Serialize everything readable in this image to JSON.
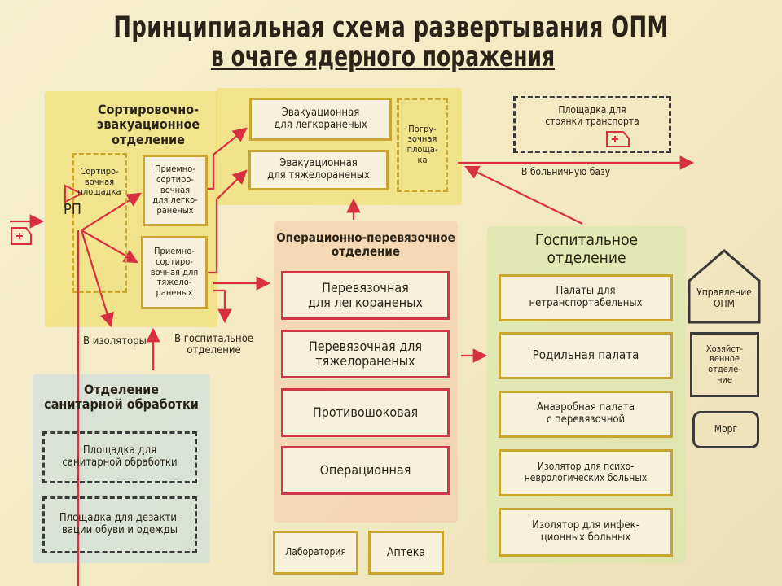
{
  "title": {
    "line1": "Принципиальная схема развертывания ОПМ",
    "line2": "в очаге ядерного поражения"
  },
  "sorting_section": {
    "title": "Сортировочно-эвакуационное\nотделение",
    "sorting_area": "Сортиро-\nвочная\nплощадка",
    "rp": "РП",
    "reception_light": "Приемно-\nсортиро-\nвочная\nдля легко-\nраненых",
    "reception_heavy": "Приемно-\nсортиро-\nвочная для\nтяжело-\nраненых",
    "evac_light": "Эвакуационная\nдля легкораненых",
    "evac_heavy": "Эвакуационная\nдля тяжелораненых",
    "loading_area": "Погру-\nзочная\nплоща-\nка"
  },
  "transport_parking": "Площадка для\nстоянки транспорта",
  "to_hospital_base": "В больничную базу",
  "to_isolators": "В изоляторы",
  "to_hospital_dept": "В госпитальное\nотделение",
  "operating_section": {
    "title": "Операционно-перевязочное\nотделение",
    "rooms": [
      "Перевязочная\nдля легкораненых",
      "Перевязочная для\nтяжелораненых",
      "Противошоковая",
      "Операционная"
    ]
  },
  "hospital_section": {
    "title": "Госпитальное\nотделение",
    "rooms": [
      "Палаты для\nнетранспортабельных",
      "Родильная палата",
      "Анаэробная палата\nс перевязочной",
      "Изолятор для психо-\nневрологических больных",
      "Изолятор для инфек-\nционных больных"
    ]
  },
  "sanitation_section": {
    "title": "Отделение\nсанитарной обработки",
    "areas": [
      "Площадка для\nсанитарной обработки",
      "Площадка для дезакти-\nвации обуви и одежды"
    ]
  },
  "management": "Управление\nОПМ",
  "household": "Хозяйст-\nвенное\nотделе-\nние",
  "morgue": "Морг",
  "laboratory": "Лаборатория",
  "pharmacy": "Аптека",
  "colors": {
    "arrow": "#d83040",
    "yellow": "#c9a632",
    "red_box": "#d0384a"
  }
}
